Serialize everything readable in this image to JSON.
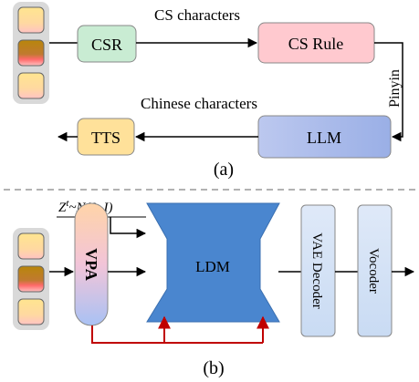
{
  "panel_a": {
    "csr_label": "CSR",
    "cs_rule_label": "CS Rule",
    "llm_label": "LLM",
    "tts_label": "TTS",
    "cs_characters_label": "CS characters",
    "pinyin_label": "Pinyin",
    "chinese_characters_label": "Chinese characters",
    "caption": "(a)"
  },
  "panel_b": {
    "noise_eq": {
      "z": "Z",
      "sup": "t",
      "rest": "~N(0, I)"
    },
    "vpa_label": "VPA",
    "ldm_label": "LDM",
    "vae_decoder_label": "VAE Decoder",
    "vocoder_label": "Vocoder",
    "caption": "(b)"
  },
  "colors": {
    "csr_fill": "#c9ecd3",
    "cs_rule_fill": "#ffc9cf",
    "llm_fill": "#aab9ea",
    "tts_fill": "#ffe19a",
    "ldm_fill": "#4a86cf",
    "decoder_fill": "#d6e4f7",
    "condition_arrow": "#c00000",
    "divider": "#999999"
  }
}
